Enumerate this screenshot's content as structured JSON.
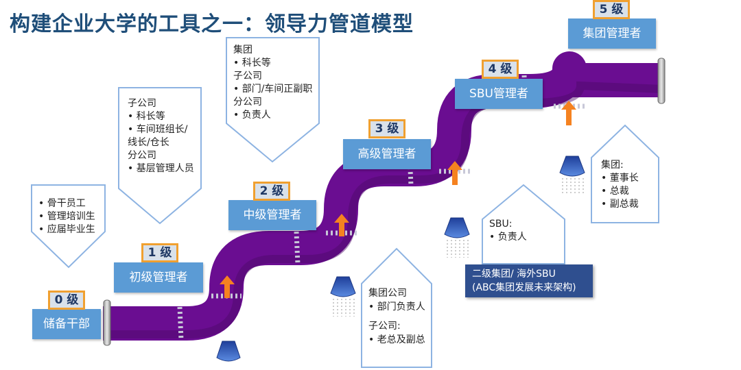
{
  "title": "构建企业大学的工具之一：领导力管道模型",
  "stages": [
    {
      "level": "0 级",
      "name": "储备干部"
    },
    {
      "level": "1 级",
      "name": "初级管理者"
    },
    {
      "level": "2 级",
      "name": "中级管理者"
    },
    {
      "level": "3 级",
      "name": "高级管理者"
    },
    {
      "level": "4 级",
      "name": "SBU管理者"
    },
    {
      "level": "5 级",
      "name": "集团管理者"
    }
  ],
  "callouts": {
    "c0": [
      "• 骨干员工",
      "• 管理培训生",
      "• 应届毕业生"
    ],
    "c1": [
      "子公司",
      "• 科长等",
      "• 车间班组长/",
      "线长/仓长",
      "分公司",
      "• 基层管理人员"
    ],
    "c2": [
      "集团",
      "• 科长等",
      "子公司",
      "• 部门/车间正副职",
      "分公司",
      "• 负责人"
    ],
    "c3": [
      "集团公司",
      "• 部门负责人",
      "",
      "子公司:",
      "• 老总及副总"
    ],
    "c4": [
      "SBU:",
      "• 负责人"
    ],
    "c5": [
      "集团:",
      "• 董事长",
      "• 总裁",
      "• 副总裁"
    ]
  },
  "group_note": [
    "二级集团/ 海外SBU",
    "(ABC集团发展未来架构)"
  ],
  "colors": {
    "pipe": "#6a0d91",
    "pipe_dark": "#4b0868",
    "stage_box": "#5b9bd5",
    "level_border": "#f0a030",
    "arrow": "#f58220",
    "title": "#1f4e79",
    "nozzle": "#2d5bb3"
  }
}
